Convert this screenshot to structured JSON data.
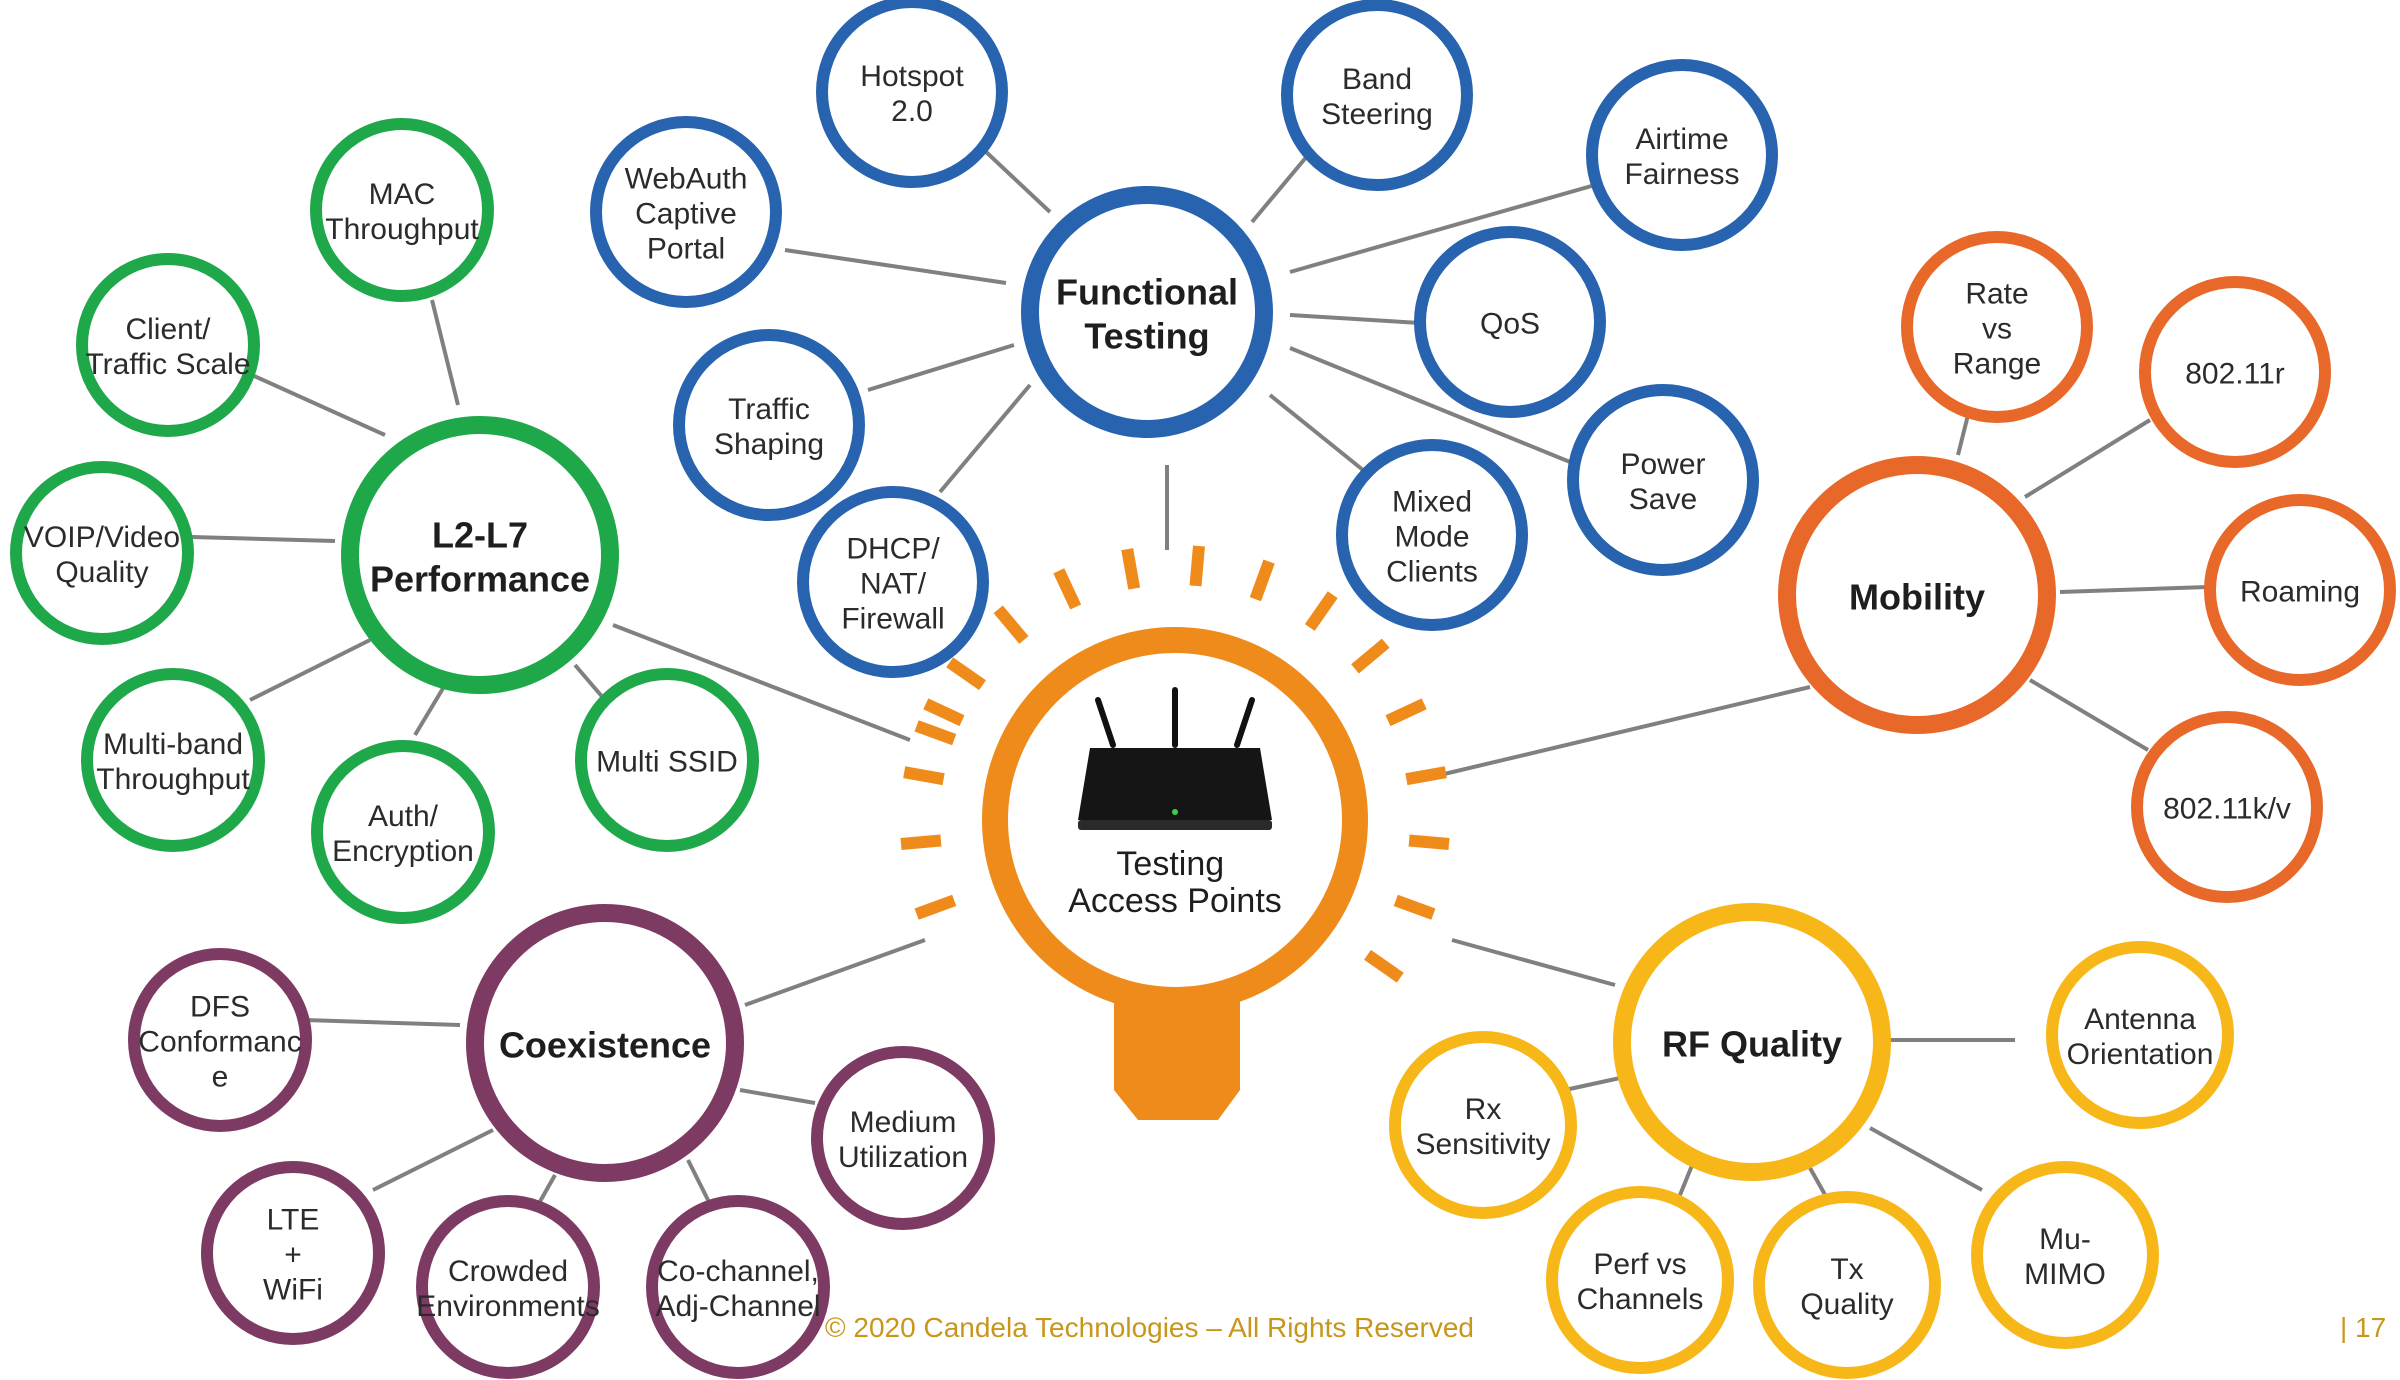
{
  "center": {
    "lines": [
      "Testing",
      "Access Points"
    ]
  },
  "groups": [
    {
      "id": "functional",
      "color": "#2763ae",
      "hub": {
        "lines": [
          "Functional",
          "Testing"
        ]
      },
      "nodes": [
        {
          "id": "hotspot",
          "lines": [
            "Hotspot",
            "2.0"
          ]
        },
        {
          "id": "band-steering",
          "lines": [
            "Band",
            "Steering"
          ]
        },
        {
          "id": "airtime-fairness",
          "lines": [
            "Airtime",
            "Fairness"
          ]
        },
        {
          "id": "webauth",
          "lines": [
            "WebAuth",
            "Captive",
            "Portal"
          ]
        },
        {
          "id": "qos",
          "lines": [
            "QoS"
          ]
        },
        {
          "id": "traffic-shaping",
          "lines": [
            "Traffic",
            "Shaping"
          ]
        },
        {
          "id": "power-save",
          "lines": [
            "Power",
            "Save"
          ]
        },
        {
          "id": "dhcp",
          "lines": [
            "DHCP/",
            "NAT/",
            "Firewall"
          ]
        },
        {
          "id": "mixed-mode",
          "lines": [
            "Mixed",
            "Mode",
            "Clients"
          ]
        }
      ]
    },
    {
      "id": "performance",
      "color": "#1ea84a",
      "hub": {
        "lines": [
          "L2-L7",
          "Performance"
        ]
      },
      "nodes": [
        {
          "id": "mac-throughput",
          "lines": [
            "MAC",
            "Throughput"
          ]
        },
        {
          "id": "client-scale",
          "lines": [
            "Client/",
            "Traffic Scale"
          ]
        },
        {
          "id": "voip-video",
          "lines": [
            "VOIP/Video",
            "Quality"
          ]
        },
        {
          "id": "multiband",
          "lines": [
            "Multi-band",
            "Throughput"
          ]
        },
        {
          "id": "auth",
          "lines": [
            "Auth/",
            "Encryption"
          ]
        },
        {
          "id": "multi-ssid",
          "lines": [
            "Multi SSID"
          ]
        }
      ]
    },
    {
      "id": "mobility",
      "color": "#e8682a",
      "hub": {
        "lines": [
          "Mobility"
        ]
      },
      "nodes": [
        {
          "id": "rate-range",
          "lines": [
            "Rate",
            "vs",
            "Range"
          ]
        },
        {
          "id": "80211r",
          "lines": [
            "802.11r"
          ]
        },
        {
          "id": "roaming",
          "lines": [
            "Roaming"
          ]
        },
        {
          "id": "80211kv",
          "lines": [
            "802.11k/v"
          ]
        }
      ]
    },
    {
      "id": "coexistence",
      "color": "#7d3a62",
      "hub": {
        "lines": [
          "Coexistence"
        ]
      },
      "nodes": [
        {
          "id": "dfs",
          "lines": [
            "DFS",
            "Conformanc",
            "e"
          ]
        },
        {
          "id": "medium-util",
          "lines": [
            "Medium",
            "Utilization"
          ]
        },
        {
          "id": "lte-wifi",
          "lines": [
            "LTE",
            "+",
            "WiFi"
          ]
        },
        {
          "id": "crowded",
          "lines": [
            "Crowded",
            "Environments"
          ]
        },
        {
          "id": "co-channel",
          "lines": [
            "Co-channel,",
            "Adj-Channel"
          ]
        }
      ]
    },
    {
      "id": "rf-quality",
      "color": "#f7b718",
      "hub": {
        "lines": [
          "RF Quality"
        ]
      },
      "nodes": [
        {
          "id": "antenna",
          "lines": [
            "Antenna",
            "Orientation"
          ]
        },
        {
          "id": "rx-sens",
          "lines": [
            "Rx",
            "Sensitivity"
          ]
        },
        {
          "id": "perf-channels",
          "lines": [
            "Perf vs",
            "Channels"
          ]
        },
        {
          "id": "tx-quality",
          "lines": [
            "Tx",
            "Quality"
          ]
        },
        {
          "id": "mu-mimo",
          "lines": [
            "Mu-",
            "MIMO"
          ]
        }
      ]
    }
  ],
  "footer": {
    "copyright": "© 2020 Candela Technologies – All Rights Reserved",
    "page": "| 17"
  },
  "colors": {
    "bulb": "#ef8b1a",
    "line": "#808080",
    "footer": "#c9961c"
  }
}
